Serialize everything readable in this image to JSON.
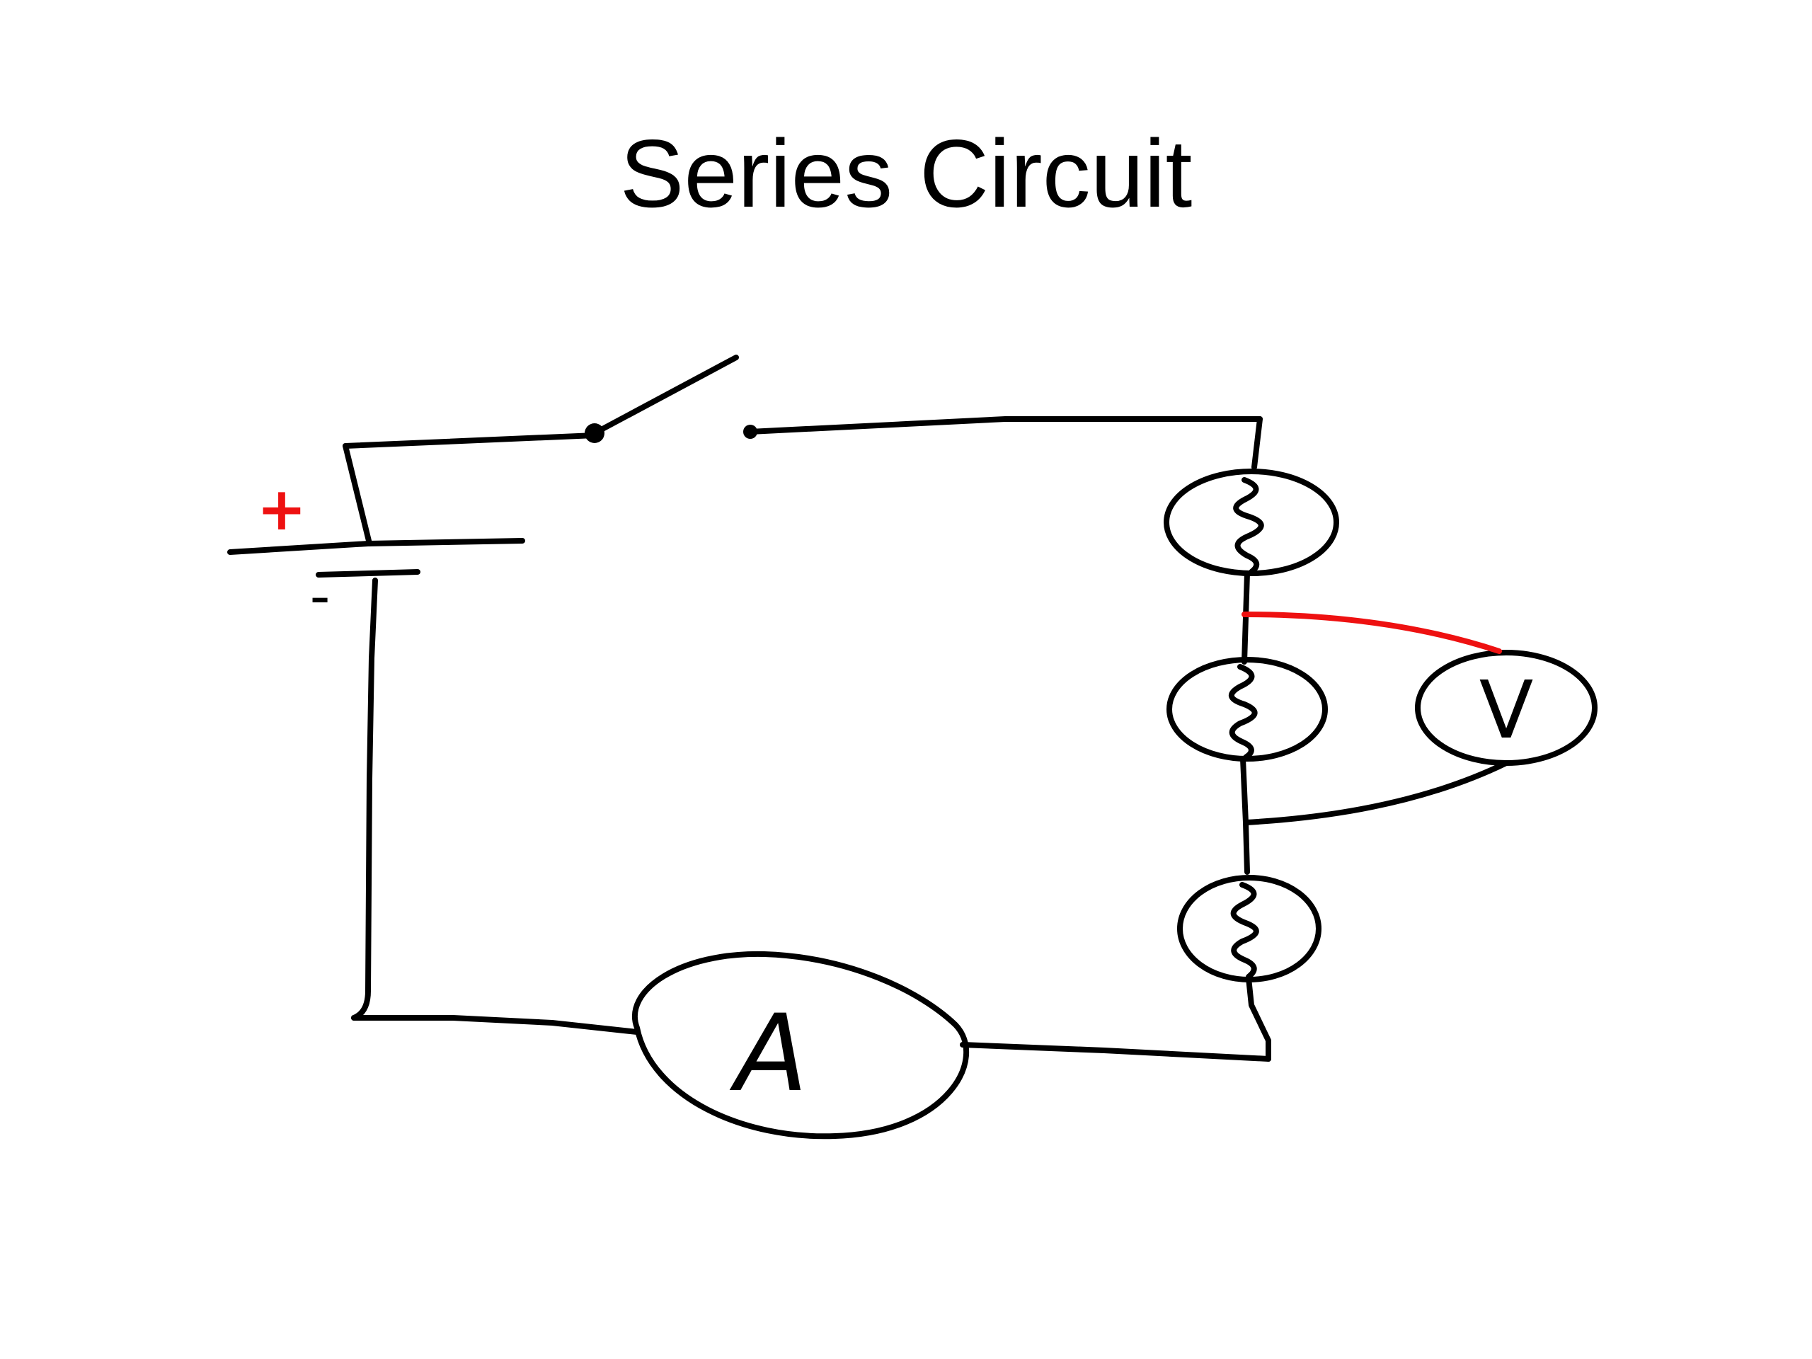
{
  "slide": {
    "title": "Series Circuit"
  },
  "diagram": {
    "battery": {
      "positive_label": "+",
      "negative_label": "-"
    },
    "ammeter_label": "A",
    "voltmeter_label": "V",
    "bulb_count": 3,
    "switch_state": "open",
    "colors": {
      "wire": "#000000",
      "positive_sign": "#ee1111",
      "voltmeter_lead": "#ee1111"
    }
  }
}
